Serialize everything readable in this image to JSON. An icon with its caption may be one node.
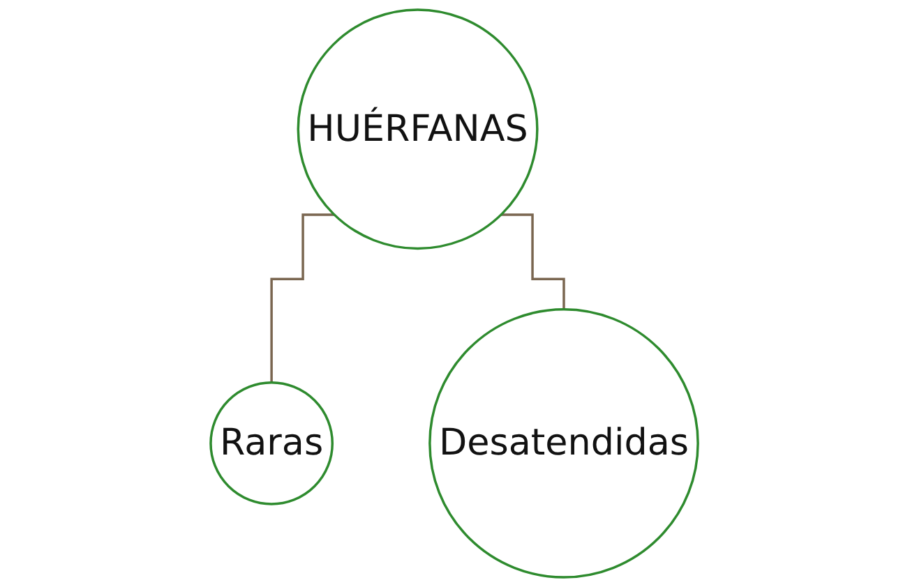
{
  "diagram": {
    "nodes": [
      {
        "text": [
          "HUÉRFANAS"
        ]
      },
      {
        "text": [
          "Raras"
        ]
      },
      {
        "text": [
          "Desatendidas"
        ]
      }
    ],
    "edges": [
      {
        "from": 0,
        "to": 1,
        "arrow": "none"
      },
      {
        "from": 0,
        "to": 2,
        "arrow": "none"
      }
    ]
  }
}
